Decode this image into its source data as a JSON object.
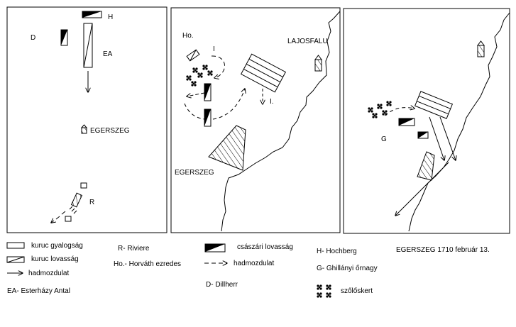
{
  "panels": [
    {
      "labels": {
        "hochberg": "H",
        "dillherr": "D",
        "esterhazy": "EA",
        "town": "EGERSZEG",
        "riviere": "R"
      }
    },
    {
      "labels": {
        "horvath": "Ho.",
        "one_top": "I",
        "village": "LAJOSFALU",
        "one_right": "I.",
        "town": "EGERSZEG"
      }
    },
    {
      "labels": {
        "ghillanyi": "G"
      }
    }
  ],
  "legend": {
    "infantry": "kuruc gyalogság",
    "cavalry": "kuruc lovasság",
    "movement": "hadmozdulat",
    "esterhazy": "EA- Esterházy Antal",
    "riviere": "R- Riviere",
    "horvath": "Ho.- Horváth ezredes",
    "dillherr": "D- Dillherr",
    "imperial_cavalry": "császári lovasság",
    "imperial_movement": "hadmozdulat",
    "hochberg": "H- Hochberg",
    "ghillanyi": "G- Ghillányi őrnagy",
    "vineyard": "szőlőskert",
    "caption": "EGERSZEG 1710 február 13."
  }
}
